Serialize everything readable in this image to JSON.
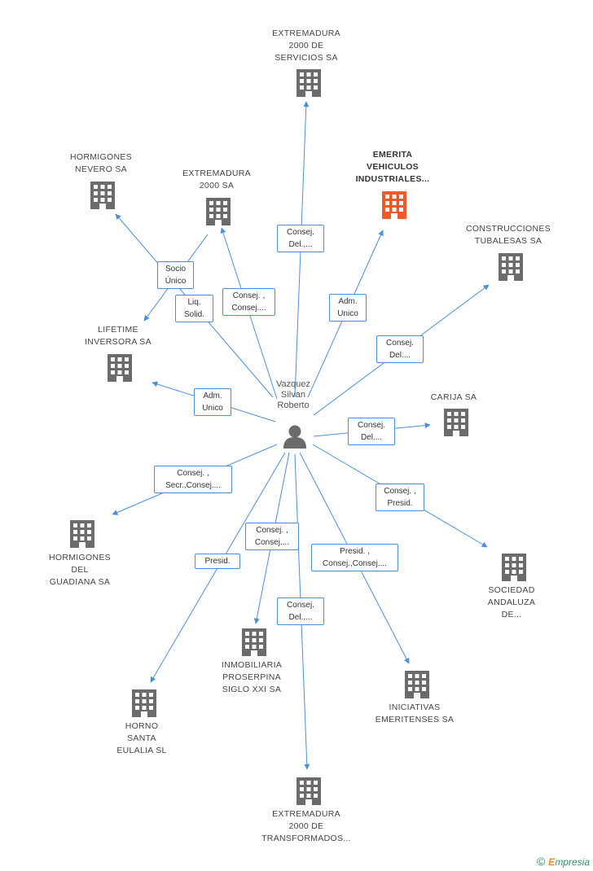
{
  "center": {
    "name_lines": [
      "Vazquez",
      "Silvan",
      "Roberto"
    ]
  },
  "colors": {
    "building": "#6b6b6b",
    "building_highlight": "#f05a28",
    "edge": "#4a8fdc"
  },
  "companies": [
    {
      "id": "extremadura_servicios",
      "lines": [
        "EXTREMADURA",
        "2000 DE",
        "SERVICIOS SA"
      ],
      "highlight": false
    },
    {
      "id": "hormigones_nevero",
      "lines": [
        "HORMIGONES",
        "NEVERO SA"
      ],
      "highlight": false
    },
    {
      "id": "extremadura_2000",
      "lines": [
        "EXTREMADURA",
        "2000 SA"
      ],
      "highlight": false
    },
    {
      "id": "emerita",
      "lines": [
        "EMERITA",
        "VEHICULOS",
        "INDUSTRIALES..."
      ],
      "highlight": true
    },
    {
      "id": "construcciones_tubalesas",
      "lines": [
        "CONSTRUCCIONES",
        "TUBALESAS SA"
      ],
      "highlight": false
    },
    {
      "id": "lifetime",
      "lines": [
        "LIFETIME",
        "INVERSORA SA"
      ],
      "highlight": false
    },
    {
      "id": "carija",
      "lines": [
        "CARIJA SA"
      ],
      "highlight": false
    },
    {
      "id": "hormigones_guadiana",
      "lines": [
        "HORMIGONES",
        "DEL",
        "GUADIANA SA"
      ],
      "highlight": false
    },
    {
      "id": "sociedad_andaluza",
      "lines": [
        "SOCIEDAD",
        "ANDALUZA",
        "DE..."
      ],
      "highlight": false
    },
    {
      "id": "inmobiliaria",
      "lines": [
        "INMOBILIARIA",
        "PROSERPINA",
        "SIGLO XXI SA"
      ],
      "highlight": false
    },
    {
      "id": "iniciativas",
      "lines": [
        "INICIATIVAS",
        "EMERITENSES SA"
      ],
      "highlight": false
    },
    {
      "id": "horno",
      "lines": [
        "HORNO",
        "SANTA",
        "EULALIA SL"
      ],
      "highlight": false
    },
    {
      "id": "extremadura_transformados",
      "lines": [
        "EXTREMADURA",
        "2000 DE",
        "TRANSFORMADOS..."
      ],
      "highlight": false
    }
  ],
  "relations": [
    {
      "id": "r_servicios",
      "lines": [
        "Consej.",
        "Del.,..."
      ]
    },
    {
      "id": "r_socio",
      "lines": [
        "Socio",
        "Único"
      ]
    },
    {
      "id": "r_liq",
      "lines": [
        "Liq.",
        "Solid."
      ]
    },
    {
      "id": "r_consej_ext2000",
      "lines": [
        "Consej. ,",
        "Consej...."
      ]
    },
    {
      "id": "r_emerita",
      "lines": [
        "Adm.",
        "Unico"
      ]
    },
    {
      "id": "r_tubalesas",
      "lines": [
        "Consej.",
        "Del...."
      ]
    },
    {
      "id": "r_lifetime",
      "lines": [
        "Adm.",
        "Unico"
      ]
    },
    {
      "id": "r_carija",
      "lines": [
        "Consej.",
        "Del...."
      ]
    },
    {
      "id": "r_guadiana",
      "lines": [
        "Consej. ,",
        "Secr.,Consej...."
      ]
    },
    {
      "id": "r_andaluza",
      "lines": [
        "Consej. ,",
        "Presid."
      ]
    },
    {
      "id": "r_inmobiliaria",
      "lines": [
        "Consej. ,",
        "Consej...."
      ]
    },
    {
      "id": "r_iniciativas",
      "lines": [
        "Presid. ,",
        "Consej.,Consej...."
      ]
    },
    {
      "id": "r_horno",
      "lines": [
        "Presid."
      ]
    },
    {
      "id": "r_transformados",
      "lines": [
        "Consej.",
        "Del.,..."
      ]
    }
  ],
  "footer": {
    "copyright_symbol": "©",
    "brand_initial": "E",
    "brand_rest": "mpresia"
  }
}
